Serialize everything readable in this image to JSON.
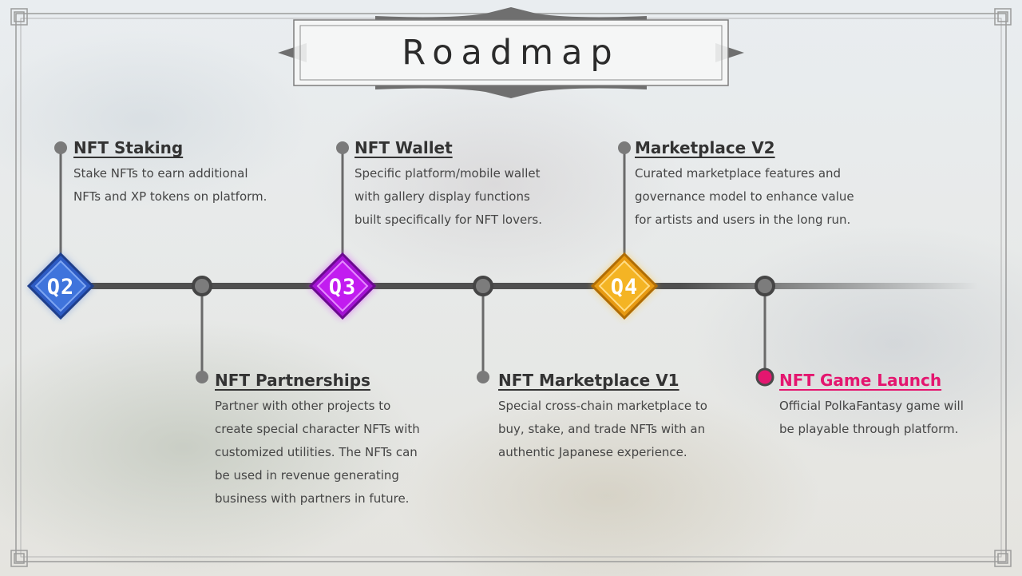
{
  "title": "Roadmap",
  "colors": {
    "q2": "#3f6fd1",
    "q3": "#c21cf0",
    "q4": "#f1ad1c",
    "accent": "#e4166f",
    "line": "#4f4f4f",
    "dot": "#7a7a7a"
  },
  "quarters": [
    {
      "label": "Q2"
    },
    {
      "label": "Q3"
    },
    {
      "label": "Q4"
    }
  ],
  "milestones": [
    {
      "title": "NFT Staking",
      "lines": [
        "Stake NFTs to earn additional",
        "NFTs and XP tokens on platform."
      ]
    },
    {
      "title": "NFT Partnerships",
      "lines": [
        "Partner with other projects to",
        "create special character NFTs with",
        "customized utilities. The NFTs can",
        "be used in revenue generating",
        "business with partners in future."
      ]
    },
    {
      "title": "NFT Wallet",
      "lines": [
        "Specific platform/mobile wallet",
        "with gallery display functions",
        "built specifically for NFT lovers."
      ]
    },
    {
      "title": "NFT Marketplace V1",
      "lines": [
        "Special cross-chain marketplace to",
        "buy, stake, and trade NFTs with an",
        "authentic Japanese experience."
      ]
    },
    {
      "title": "Marketplace V2",
      "lines": [
        "Curated marketplace features and",
        "governance model to enhance value",
        "for artists and users in the long run."
      ]
    },
    {
      "title": "NFT Game Launch",
      "lines": [
        "Official PolkaFantasy game will",
        "be playable through platform."
      ]
    }
  ]
}
